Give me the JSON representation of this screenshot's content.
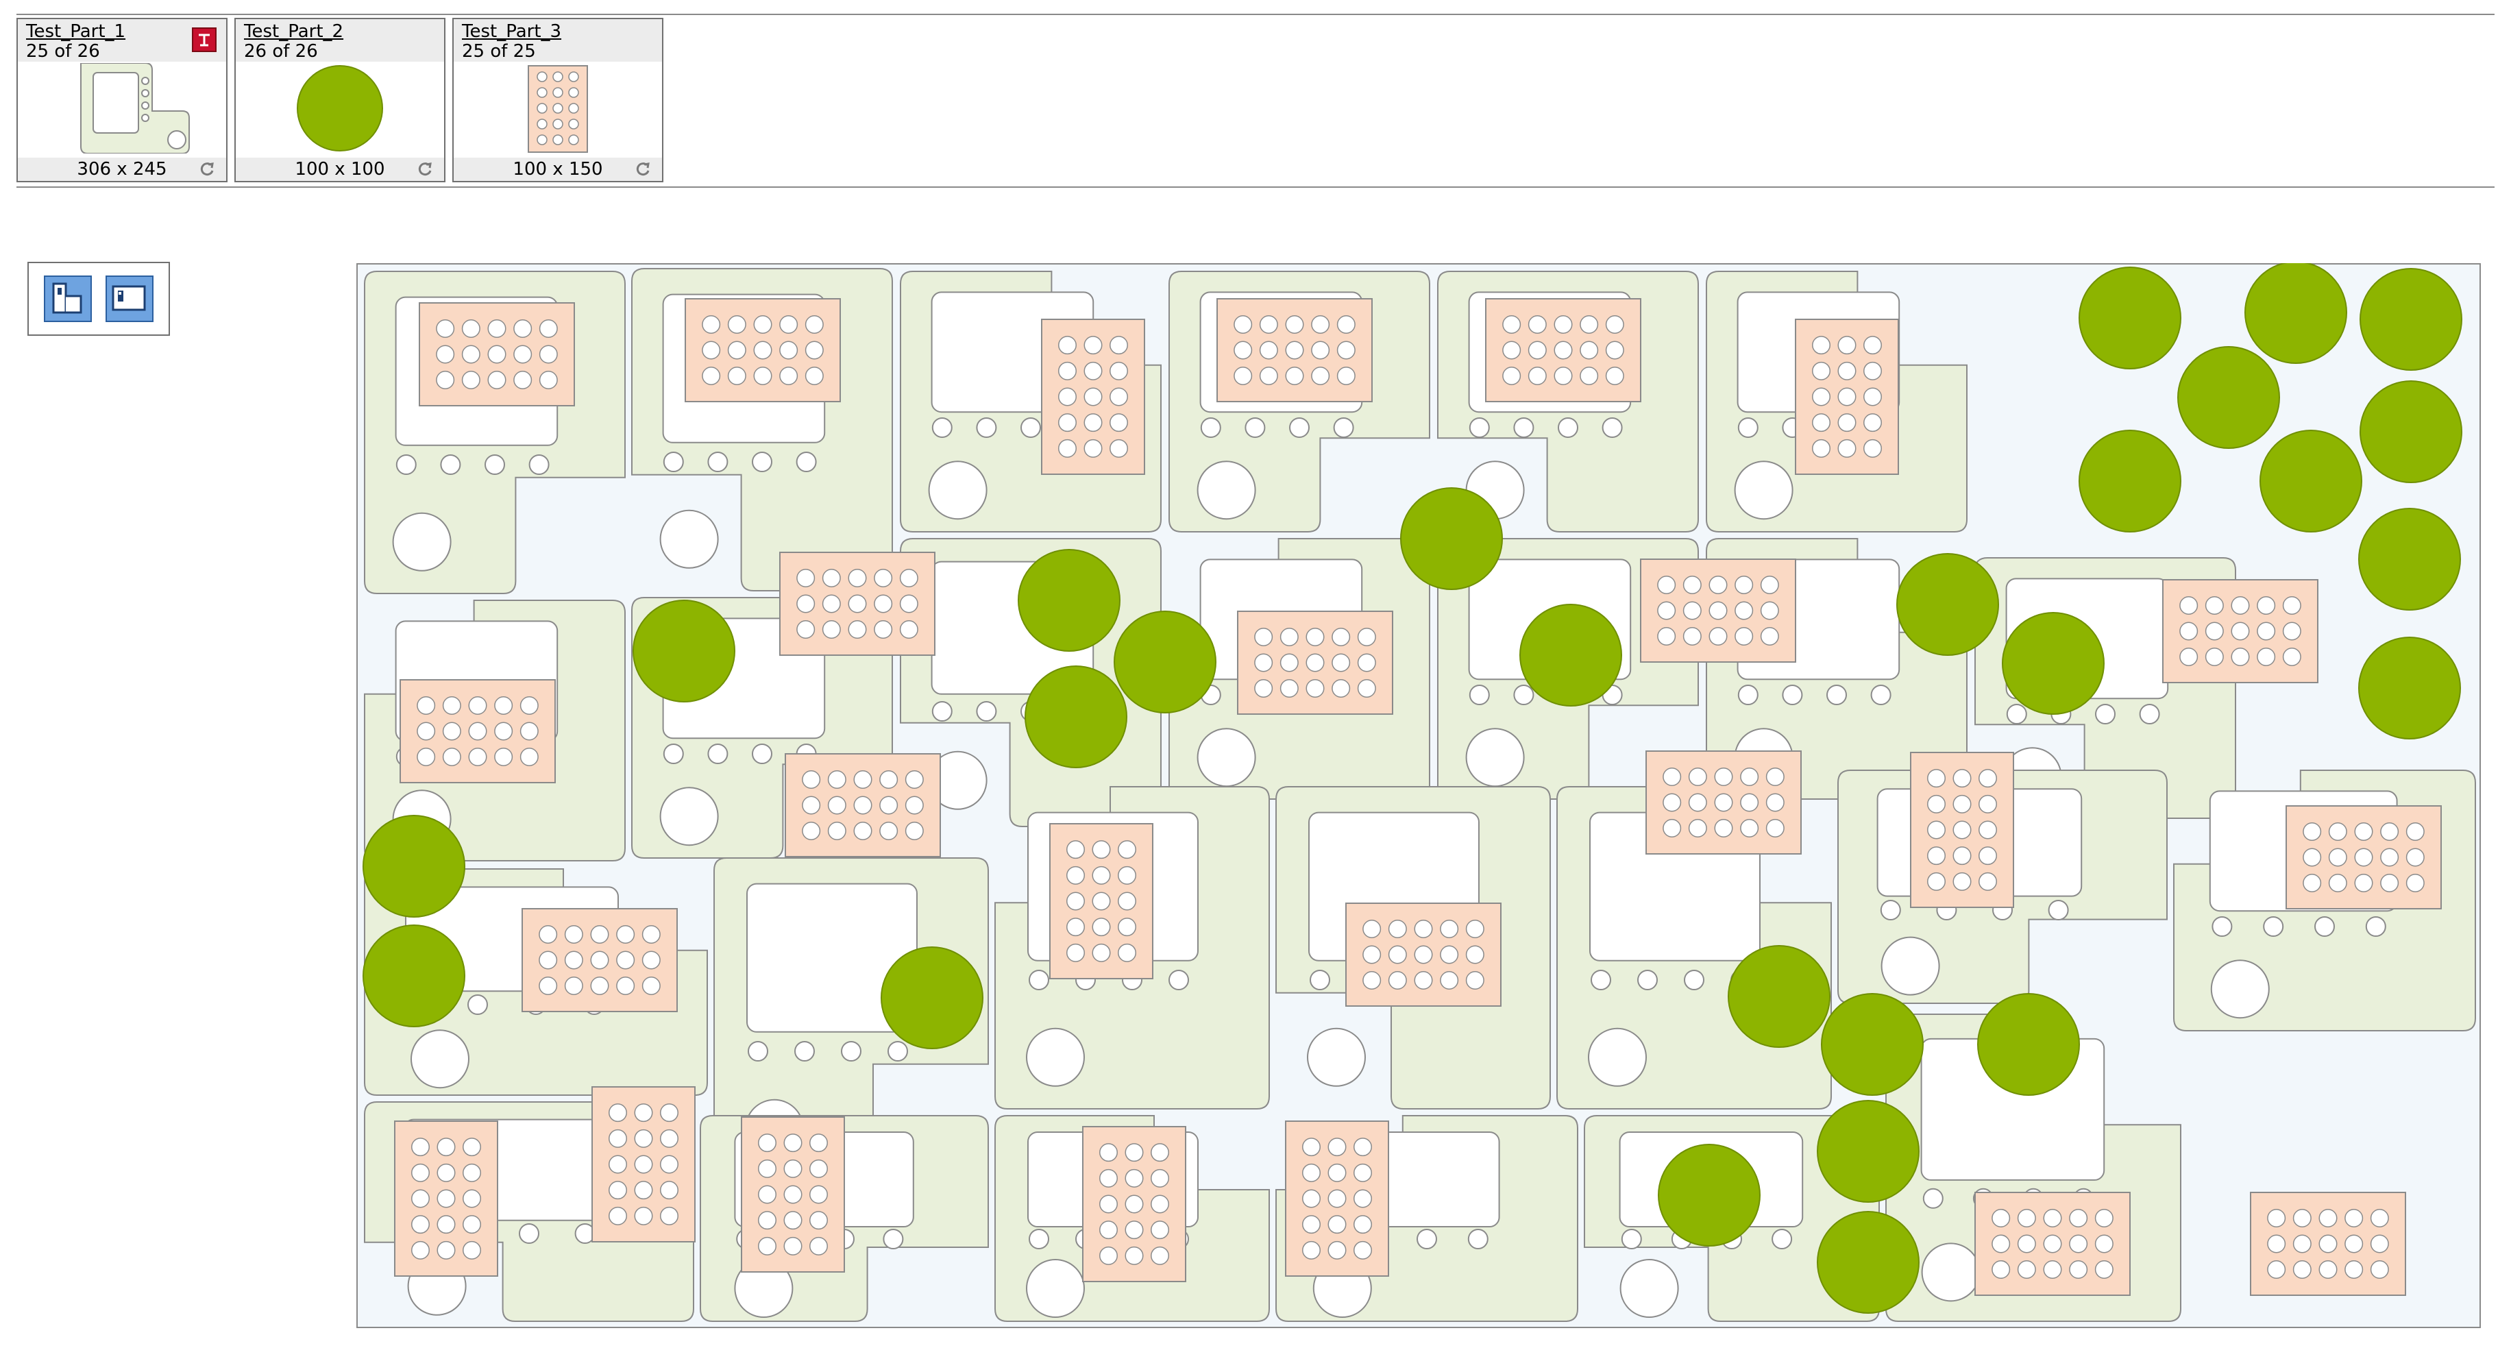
{
  "parts": [
    {
      "name": "Test_Part_1",
      "count": "25 of 26",
      "size": "306 x 245",
      "has_delete": true
    },
    {
      "name": "Test_Part_2",
      "count": "26 of 26",
      "size": "100 x 100",
      "has_delete": false
    },
    {
      "name": "Test_Part_3",
      "count": "25 of 25",
      "size": "100 x 150",
      "has_delete": false
    }
  ],
  "icons": {
    "delete": "delete-icon",
    "refresh": "refresh-icon",
    "tool_1": "nest-layout-icon",
    "tool_2": "sheet-view-icon"
  },
  "colors": {
    "part1_fill": "#e9f0da",
    "part2_fill": "#8db400",
    "part3_fill": "#fad9c4",
    "sheet_bg": "#f2f7fb",
    "accent": "#6ea3e0",
    "delete": "#c8102e"
  }
}
